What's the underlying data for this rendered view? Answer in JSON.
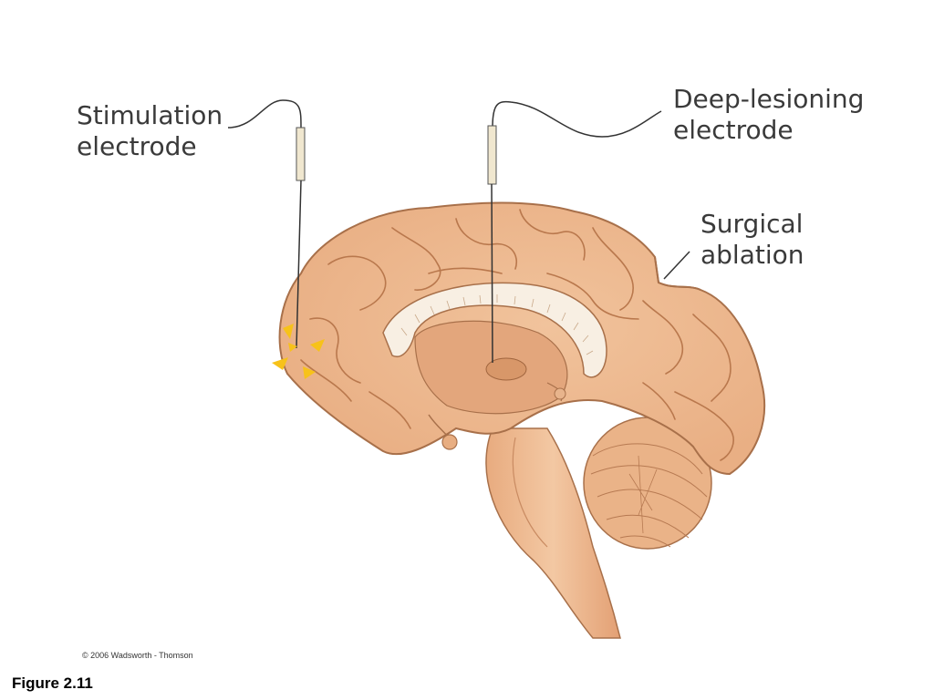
{
  "labels": {
    "stimulation_line1": "Stimulation",
    "stimulation_line2": "electrode",
    "deep_line1": "Deep-lesioning",
    "deep_line2": "electrode",
    "surgical_line1": "Surgical",
    "surgical_line2": "ablation"
  },
  "copyright": "© 2006 Wadsworth - Thomson",
  "figure_caption": "Figure 2.11",
  "colors": {
    "brain": "#efbe93",
    "brain_dark": "#e3a274",
    "outline": "#a8704a",
    "corpus_callosum": "#f8efe3",
    "stimulation": "#f7c21a"
  }
}
